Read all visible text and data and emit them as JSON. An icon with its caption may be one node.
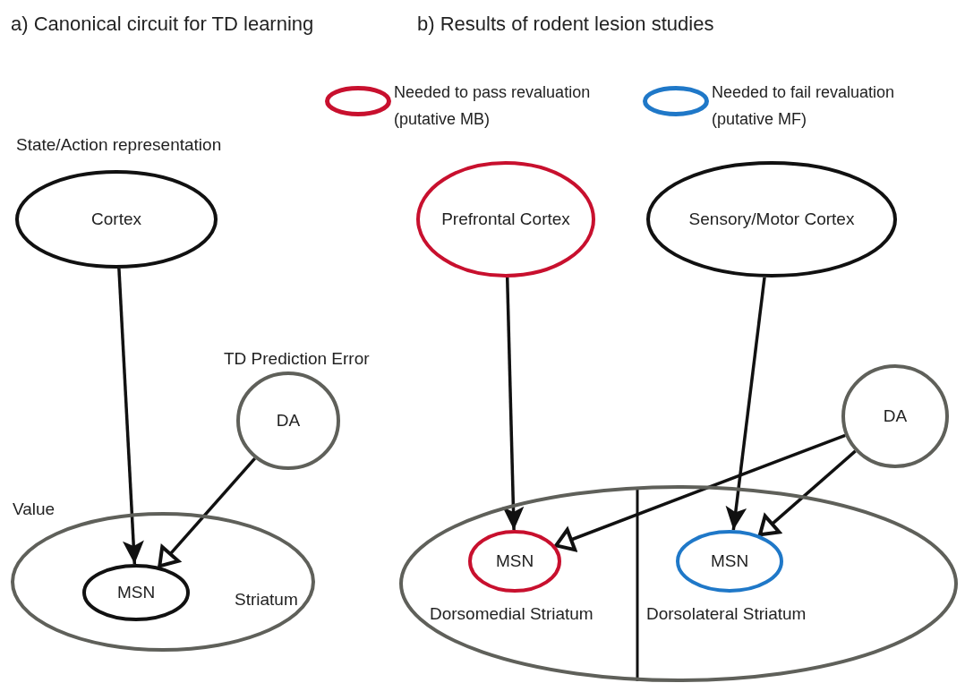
{
  "diagram": {
    "nodes": [
      {
        "text": [
          "State/Action representation",
          "Cortex"
        ]
      },
      {
        "text": [
          "TD Prediction Error",
          "DA"
        ]
      },
      {
        "text": [
          "Value",
          "Striatum"
        ]
      },
      {
        "text": [
          "MSN"
        ],
        "in": 2
      },
      {
        "text": [
          "Prefrontal Cortex"
        ]
      },
      {
        "text": [
          "Sensory/Motor Cortex"
        ]
      },
      {
        "text": [
          "DA"
        ]
      },
      {
        "text": [],
        "shape": "ellipse"
      },
      {
        "text": [
          "MSN"
        ],
        "in": 7,
        "beside": [
          "Dorsomedial Striatum"
        ]
      },
      {
        "text": [
          "MSN"
        ],
        "in": 7,
        "beside": [
          "Dorsolateral Striatum"
        ]
      }
    ],
    "edges": [
      {
        "from": 0,
        "to": 3,
        "arrow": "to"
      },
      {
        "from": 1,
        "to": 3,
        "arrow": "to"
      },
      {
        "from": 4,
        "to": 8,
        "arrow": "to"
      },
      {
        "from": 5,
        "to": 9,
        "arrow": "to"
      },
      {
        "from": 6,
        "to": 8,
        "arrow": "to"
      },
      {
        "from": 6,
        "to": 9,
        "arrow": "to"
      }
    ],
    "labels": [
      "a) Canonical circuit for TD learning",
      "b) Results of rodent lesion studies"
    ],
    "legend": [
      {
        "text": "Needed to pass revaluation (putative MB)",
        "color": "#c8102e"
      },
      {
        "text": "Needed to fail revaluation (putative MF)",
        "color": "#1f78c8"
      }
    ]
  }
}
